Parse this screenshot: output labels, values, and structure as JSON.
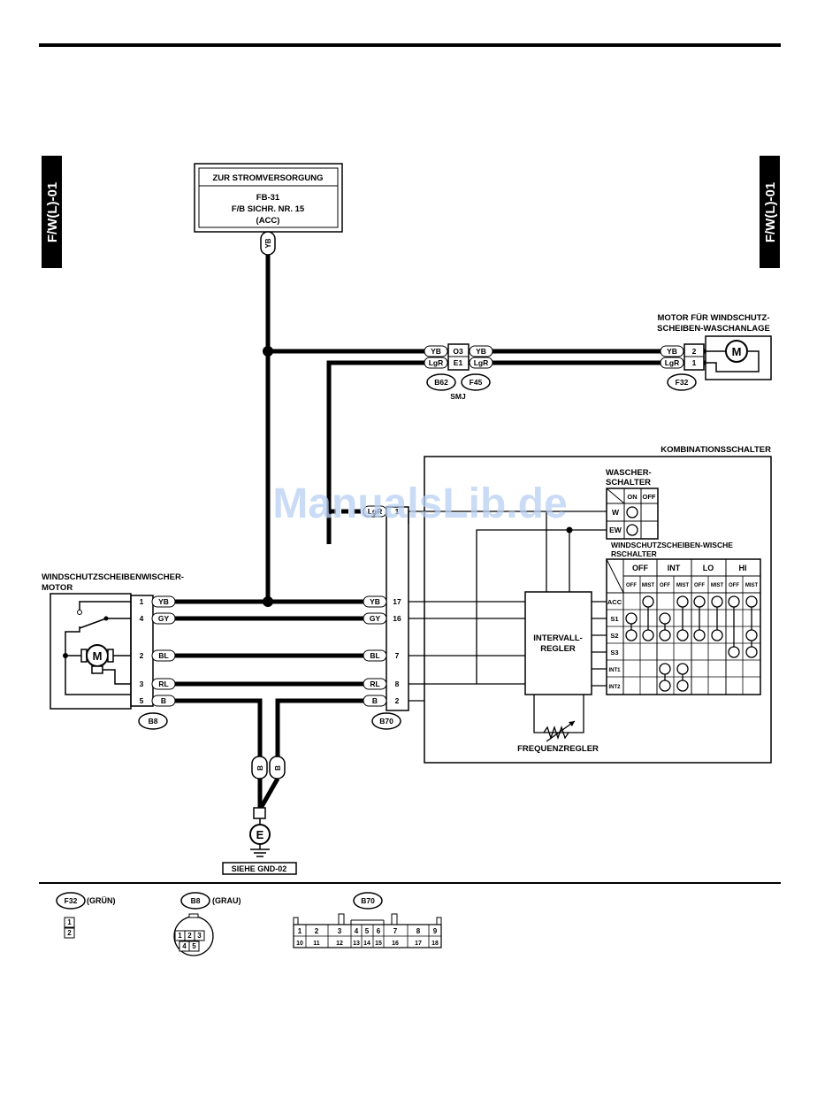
{
  "side_tab": "F/W(L)-01",
  "watermark": "ManualsLib.de",
  "power": {
    "title": "ZUR STROMVERSORGUNG",
    "line1": "FB-31",
    "line2": "F/B SICHR. NR. 15",
    "line3": "(ACC)",
    "wire": "YB"
  },
  "washer_motor": {
    "label1": "MOTOR FÜR WINDSCHUTZ-",
    "label2": "SCHEIBEN-WASCHANLAGE",
    "connector": "F32",
    "pins": [
      "2",
      "1"
    ],
    "wires": [
      "YB",
      "LgR"
    ]
  },
  "smj": {
    "label": "SMJ",
    "left_connector": "B62",
    "right_connector": "F45",
    "pins": [
      "O3",
      "E1"
    ],
    "wires": [
      "YB",
      "LgR"
    ]
  },
  "combo_switch": {
    "label": "KOMBINATIONSSCHALTER",
    "connector": "B70",
    "top_wires": [
      "LgR"
    ],
    "top_pins": [
      "1"
    ]
  },
  "washer_switch": {
    "label1": "WASCHER-",
    "label2": "SCHALTER",
    "cols": [
      "ON",
      "OFF"
    ],
    "rows": [
      "W",
      "EW"
    ]
  },
  "wiper_switch": {
    "label1": "WINDSCHUTZSCHEIBEN-WISCHE",
    "label2": "RSCHALTER",
    "groups": [
      "OFF",
      "INT",
      "LO",
      "HI"
    ],
    "subcols": [
      "OFF",
      "MIST",
      "OFF",
      "MIST",
      "OFF",
      "MIST",
      "OFF",
      "MIST"
    ],
    "rows": [
      "ACC",
      "S1",
      "S2",
      "S3",
      "INT1",
      "INT2"
    ]
  },
  "interval": {
    "label1": "INTERVALL-",
    "label2": "REGLER"
  },
  "freq": "FREQUENZREGLER",
  "wiper_motor": {
    "label1": "WINDSCHUTZSCHEIBENWISCHER-",
    "label2": "MOTOR",
    "connector": "B8",
    "motor": "M"
  },
  "harness": [
    {
      "left_pin": "1",
      "color": "YB",
      "right_pin": "17"
    },
    {
      "left_pin": "4",
      "color": "GY",
      "right_pin": "16"
    },
    {
      "left_pin": "2",
      "color": "BL",
      "right_pin": "7"
    },
    {
      "left_pin": "3",
      "color": "RL",
      "right_pin": "8"
    },
    {
      "left_pin": "5",
      "color": "B",
      "right_pin": "2"
    }
  ],
  "ground": {
    "symbol": "E",
    "ref": "SIEHE GND-02",
    "wires": [
      "B",
      "B"
    ]
  },
  "legend": {
    "f32": {
      "id": "F32",
      "color": "(GRÜN)",
      "pins": [
        "1",
        "2"
      ]
    },
    "b8": {
      "id": "B8",
      "color": "(GRAU)",
      "pins": [
        "1",
        "2",
        "3",
        "4",
        "5"
      ]
    },
    "b70": {
      "id": "B70",
      "top": [
        "1",
        "2",
        "3",
        "4",
        "5",
        "6",
        "7",
        "8",
        "9"
      ],
      "bottom": [
        "10",
        "11",
        "12",
        "13",
        "14",
        "15",
        "16",
        "17",
        "18"
      ]
    }
  }
}
